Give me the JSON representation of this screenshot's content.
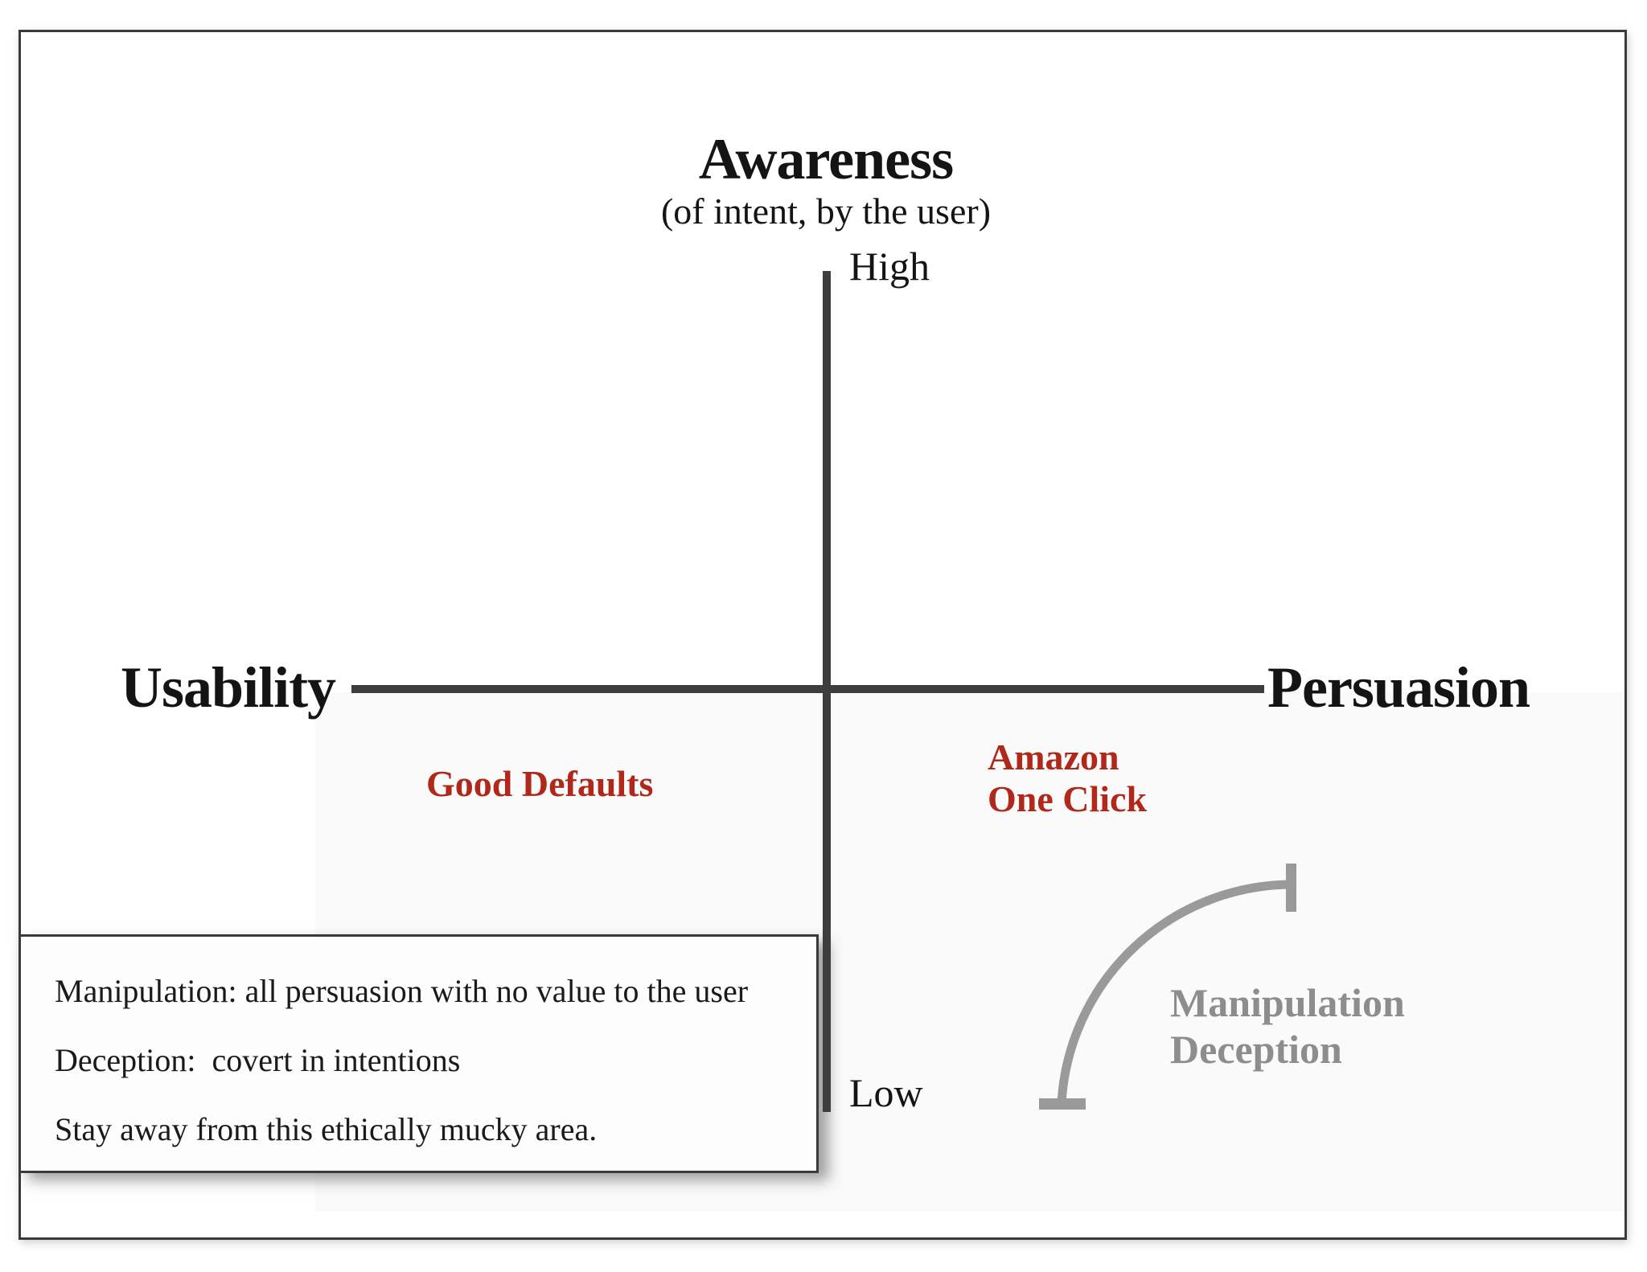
{
  "diagram": {
    "title": "Awareness",
    "subtitle": "(of intent, by the user)",
    "y_axis": {
      "top_label": "High",
      "bottom_label": "Low"
    },
    "x_axis": {
      "left_label": "Usability",
      "right_label": "Persuasion"
    },
    "examples": {
      "good_defaults": "Good Defaults",
      "amazon_line1": "Amazon",
      "amazon_line2": "One Click"
    },
    "annotation": {
      "line1": "Manipulation",
      "line2": "Deception"
    },
    "note_box": {
      "line1": "Manipulation: all persuasion with no value to the user",
      "line2": "Deception:  covert in intentions",
      "line3": "Stay away from this ethically mucky area."
    },
    "colors": {
      "accent_red": "#b0281a",
      "axis_gray": "#3d3d3d",
      "annotation_gray": "#8d8d8d"
    }
  }
}
